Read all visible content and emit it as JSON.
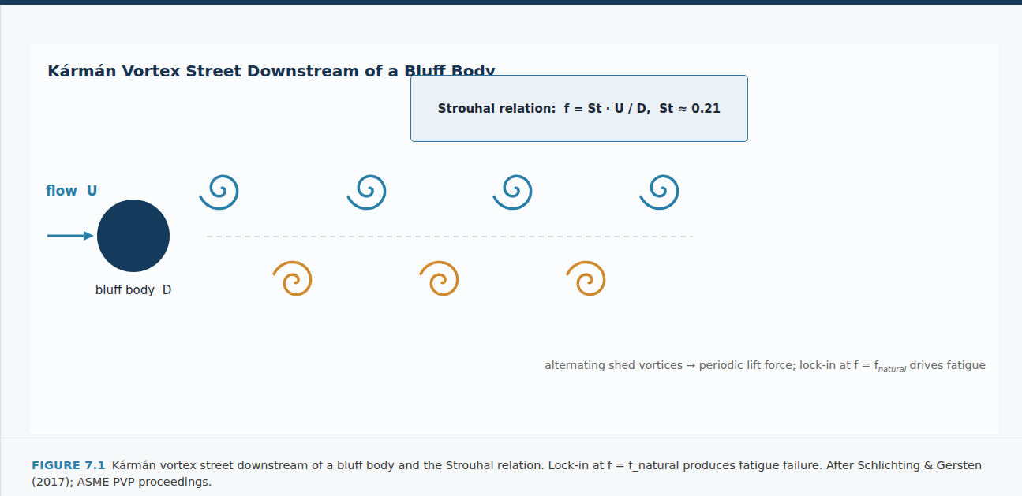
{
  "diagram": {
    "title": "Kármán Vortex Street Downstream of a Bluff Body",
    "caption": "Kármán vortex street downstream of a bluff body and the Strouhal relation. Lock-in at f = f_natural produces fatigue failure. After Schlichting & Gersten (2017); ASME PVP proceedings.",
    "nodes": [
      {
        "text": [
          "Strouhal relation:  f = St · U / D,  St ≈ 0.21"
        ]
      },
      {
        "text": [
          "bluff body  D"
        ]
      }
    ],
    "labels": [
      "flow  U",
      "alternating shed vortices → periodic lift force; lock-in at f = f",
      "natural",
      "drives fatigue",
      "FIGURE 7.1"
    ]
  }
}
